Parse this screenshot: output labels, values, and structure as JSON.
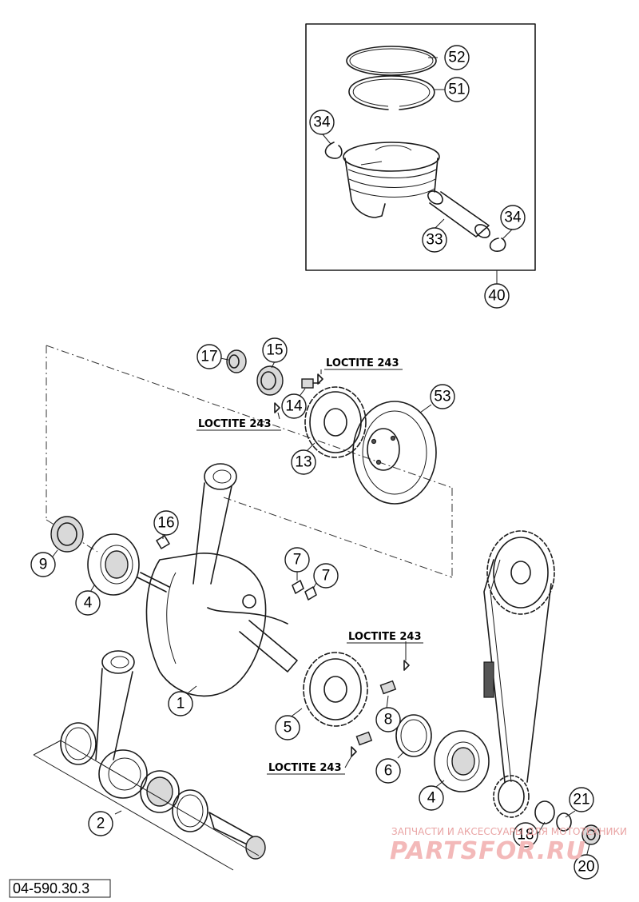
{
  "document": {
    "number": "04-590.30.3"
  },
  "notes": {
    "loctite_1": "LOCTITE 243",
    "loctite_2": "LOCTITE 243",
    "loctite_3": "LOCTITE 243",
    "loctite_4": "LOCTITE 243"
  },
  "callouts": [
    {
      "id": "c52",
      "label": "52"
    },
    {
      "id": "c51",
      "label": "51"
    },
    {
      "id": "c34a",
      "label": "34"
    },
    {
      "id": "c34b",
      "label": "34"
    },
    {
      "id": "c33",
      "label": "33"
    },
    {
      "id": "c40",
      "label": "40"
    },
    {
      "id": "c17",
      "label": "17"
    },
    {
      "id": "c15",
      "label": "15"
    },
    {
      "id": "c14",
      "label": "14"
    },
    {
      "id": "c53",
      "label": "53"
    },
    {
      "id": "c13",
      "label": "13"
    },
    {
      "id": "c16",
      "label": "16"
    },
    {
      "id": "c9",
      "label": "9"
    },
    {
      "id": "c4a",
      "label": "4"
    },
    {
      "id": "c7a",
      "label": "7"
    },
    {
      "id": "c7b",
      "label": "7"
    },
    {
      "id": "c1",
      "label": "1"
    },
    {
      "id": "c5",
      "label": "5"
    },
    {
      "id": "c8",
      "label": "8"
    },
    {
      "id": "c6",
      "label": "6"
    },
    {
      "id": "c4b",
      "label": "4"
    },
    {
      "id": "c2",
      "label": "2"
    },
    {
      "id": "c21",
      "label": "21"
    },
    {
      "id": "c18",
      "label": "18"
    },
    {
      "id": "c20",
      "label": "20"
    }
  ],
  "watermark": {
    "caption": "ЗАПЧАСТИ И АКСЕССУАРЫ ДЛЯ МОТОТЕХНИКИ",
    "brand": "PARTSFOR.RU"
  }
}
